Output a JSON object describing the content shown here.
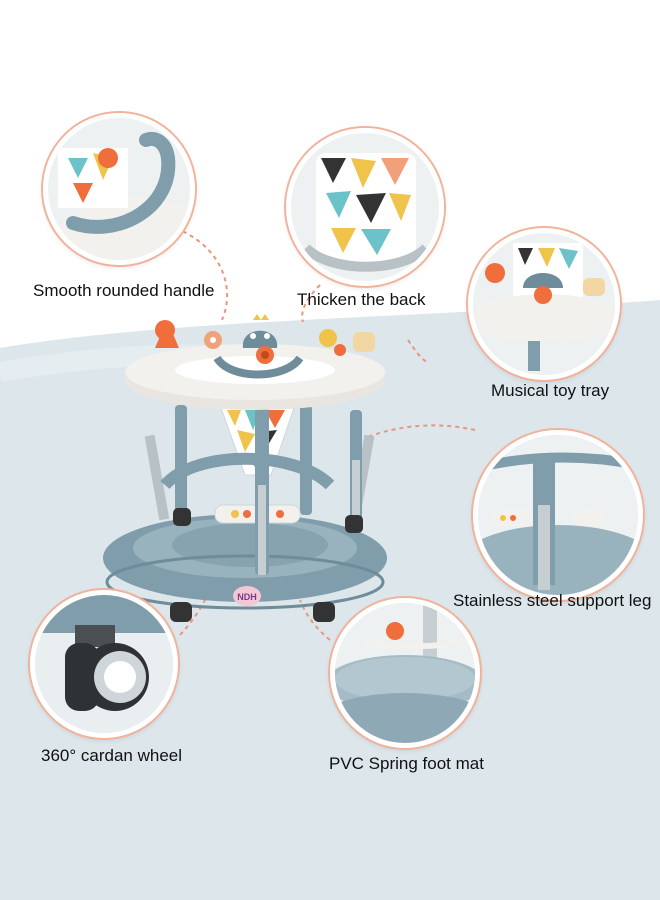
{
  "colors": {
    "background_band": "#dde6ea",
    "walker_blue": "#7f9dab",
    "tray_white": "#f3f1ee",
    "accent_orange": "#f06d3c",
    "callout_line": "#e9967a",
    "label_text": "#111111"
  },
  "walker": {
    "logo_text": "NDH"
  },
  "features": [
    {
      "id": "handle",
      "label": "Smooth rounded handle"
    },
    {
      "id": "back",
      "label": "Thicken the back"
    },
    {
      "id": "tray",
      "label": "Musical toy tray"
    },
    {
      "id": "leg",
      "label": "Stainless steel support leg"
    },
    {
      "id": "wheel",
      "label": "360° cardan wheel"
    },
    {
      "id": "mat",
      "label": "PVC Spring foot mat"
    }
  ]
}
